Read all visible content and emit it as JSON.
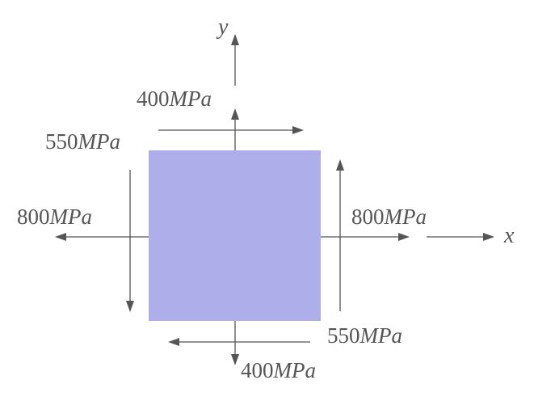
{
  "element": {
    "fill": "#aeaeea"
  },
  "colors": {
    "line": "#555555",
    "text": "#555555"
  },
  "axes": {
    "x_label": "x",
    "y_label": "y"
  },
  "stresses": {
    "normal_top": {
      "value": "400",
      "unit": "MPa"
    },
    "normal_bottom": {
      "value": "400",
      "unit": "MPa"
    },
    "normal_left": {
      "value": "800",
      "unit": "MPa"
    },
    "normal_right": {
      "value": "800",
      "unit": "MPa"
    },
    "shear_top": {
      "value": "550",
      "unit": "MPa"
    },
    "shear_bottom": {
      "value": "550",
      "unit": "MPa"
    }
  }
}
